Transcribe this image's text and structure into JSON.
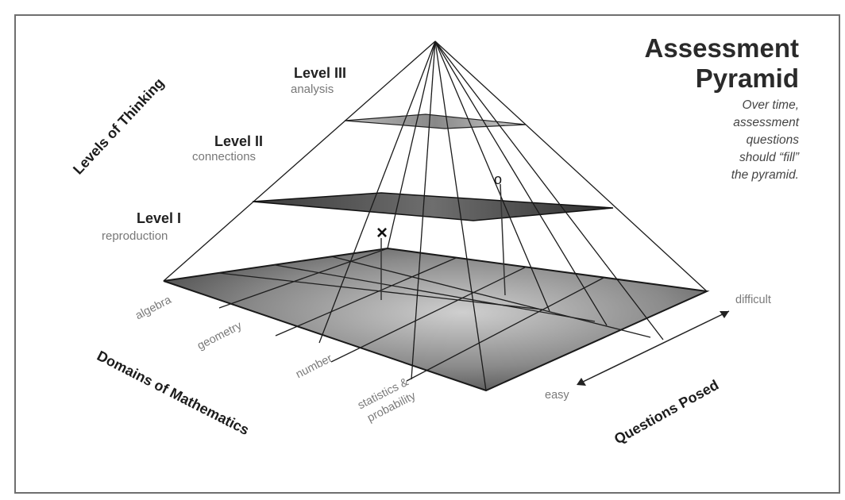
{
  "title": {
    "line1": "Assessment",
    "line2": "Pyramid"
  },
  "note": {
    "lines": [
      "Over time,",
      "assessment",
      "questions",
      "should “fill”",
      "the pyramid."
    ]
  },
  "levels": [
    {
      "name": "Level III",
      "desc": "analysis"
    },
    {
      "name": "Level II",
      "desc": "connections"
    },
    {
      "name": "Level I",
      "desc": "reproduction"
    }
  ],
  "axes": {
    "thinking": "Levels of Thinking",
    "domains": "Domains of Mathematics",
    "questions": "Questions Posed"
  },
  "domains": [
    "algebra",
    "geometry",
    "number",
    "statistics &",
    "probability"
  ],
  "difficulty": {
    "low": "easy",
    "high": "difficult"
  },
  "markers": [
    {
      "symbol": "×",
      "kind": "x-mark"
    },
    {
      "symbol": "o",
      "kind": "o-mark"
    }
  ]
}
